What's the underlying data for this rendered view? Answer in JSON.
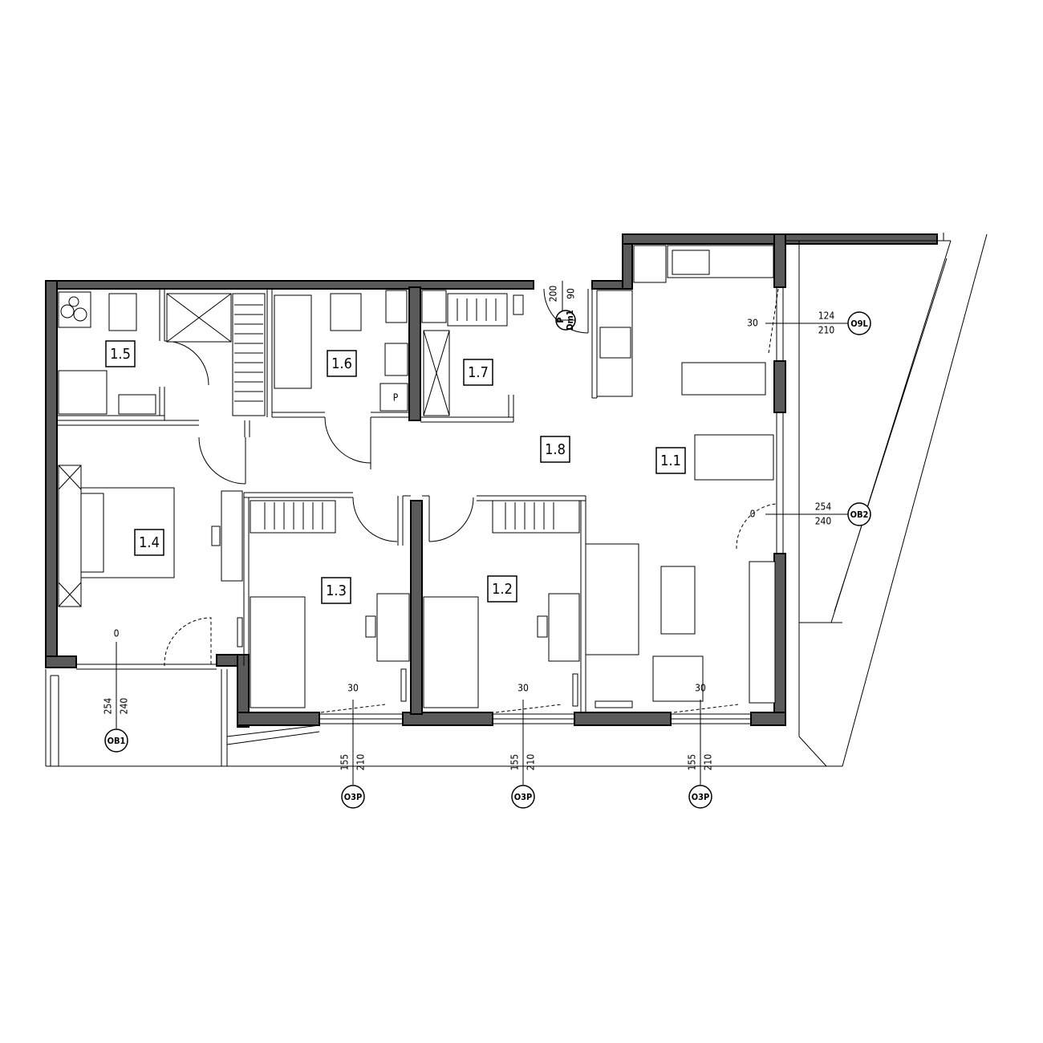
{
  "rooms": [
    {
      "id": "1.1",
      "label": "1.1"
    },
    {
      "id": "1.2",
      "label": "1.2"
    },
    {
      "id": "1.3",
      "label": "1.3"
    },
    {
      "id": "1.4",
      "label": "1.4"
    },
    {
      "id": "1.5",
      "label": "1.5"
    },
    {
      "id": "1.6",
      "label": "1.6"
    },
    {
      "id": "1.7",
      "label": "1.7"
    },
    {
      "id": "1.8",
      "label": "1.8"
    }
  ],
  "window_tags": {
    "ob1": "OB1",
    "ob2": "OB2",
    "o9l": "O9L",
    "o3p": "O3P"
  },
  "door_tag": {
    "code": "Dm1",
    "side": "P",
    "width": "90",
    "height": "200"
  },
  "dimensions": {
    "ob1_sill": "0",
    "ob1_width": "254",
    "ob1_height": "240",
    "ob2_sill": "0",
    "ob2_width": "254",
    "ob2_height": "240",
    "o9l_sill": "30",
    "o9l_width": "124",
    "o9l_height": "210",
    "o3p_sill": "30",
    "o3p_width": "155",
    "o3p_height": "210"
  }
}
